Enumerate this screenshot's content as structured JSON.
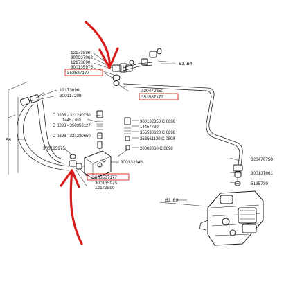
{
  "diagram": {
    "labels": {
      "l1": "12173890",
      "l2": "300037062",
      "l3": "12173890",
      "l4": "300135975",
      "l5": "353587177",
      "l6": "320470650",
      "l7": "353587177",
      "l8": "12173890",
      "l9": "300117298",
      "l10": "D 0898 - 321230750",
      "l11": "14457780",
      "l12": "D 0898 - 350356127",
      "l13": "D 0898 - 321230650",
      "l14": "300135975",
      "l15": "300132346",
      "l16": "353587177",
      "l17": "300135975",
      "l18": "12173890",
      "l19": "300132350 C 0898",
      "l20": "14457780",
      "l21": "355530620 C 0898",
      "l22": "353561130 C 0898",
      "l23": "20063060 C 0898",
      "l24": "320470750",
      "l25": "300137661",
      "l26": "5135739"
    },
    "refs": {
      "r1": "B1. B4",
      "r2": "B6",
      "r3": "B1. B9"
    },
    "highlight_color": "#e02020",
    "arrow_color": "#d81c1c"
  }
}
